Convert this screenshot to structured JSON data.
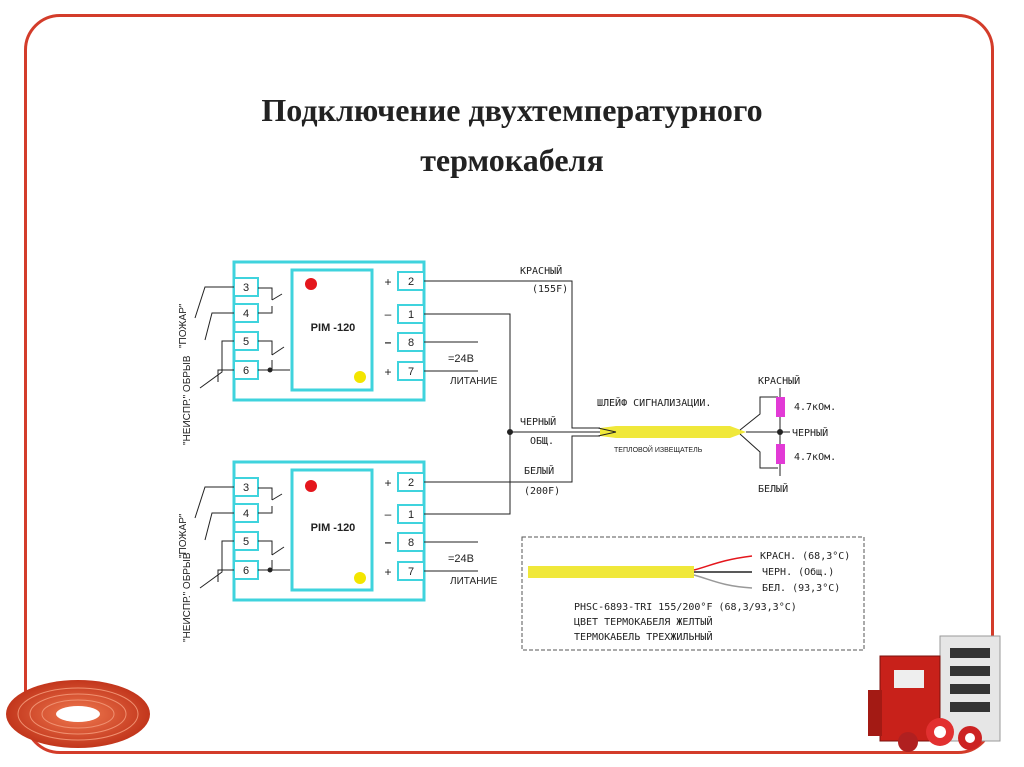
{
  "slide": {
    "title_line1": "Подключение двухтемпературного",
    "title_line2": "термокабеля"
  },
  "colors": {
    "frame": "#d33c2a",
    "module_border": "#3fd3dd",
    "led_red": "#e4161c",
    "led_yellow": "#f3e500",
    "cable": "#f0e83a",
    "resistor": "#e23ad6"
  },
  "module_top": {
    "label": "PIM -120",
    "terminals_left": [
      "3",
      "4",
      "5",
      "6"
    ],
    "terminals_right": [
      "2",
      "1",
      "8",
      "7"
    ],
    "signs": [
      "+",
      "–",
      "–",
      "+"
    ],
    "supply": "=24В",
    "supply_label": "ЛИТАНИЕ",
    "label_fire": "\"ПОЖАР\"",
    "label_fault": "\"НЕИСПР.\" ОБРЫВ"
  },
  "module_bottom": {
    "label": "PIM -120",
    "terminals_left": [
      "3",
      "4",
      "5",
      "6"
    ],
    "terminals_right": [
      "2",
      "1",
      "8",
      "7"
    ],
    "signs": [
      "+",
      "–",
      "–",
      "+"
    ],
    "supply": "=24В",
    "supply_label": "ЛИТАНИЕ",
    "label_fire": "\"ПОЖАР\"",
    "label_fault": "\"НЕИСПР.\" ОБРЫВ"
  },
  "wires": {
    "red_label": "КРАСНЫЙ",
    "red_temp": "(155F)",
    "black_label": "ЧЕРНЫЙ",
    "common": "ОБЩ.",
    "white_label": "БЕЛЫЙ",
    "white_temp": "(200F)"
  },
  "loop": {
    "title": "ШЛЕЙФ СИГНАЛИЗАЦИИ.",
    "subtitle": "ТЕПЛОВОЙ ИЗВЕЩАТЕЛЬ",
    "end_red": "КРАСНЫЙ",
    "end_black": "ЧЕРНЫЙ",
    "end_white": "БЕЛЫЙ",
    "resistor1": "4.7кОм.",
    "resistor2": "4.7кОм."
  },
  "legend": {
    "wire1": "КРАСН. (68,3°C)",
    "wire2": "ЧЕРН. (Общ.)",
    "wire3": "БЕЛ. (93,3°C)",
    "line1": "PHSC-6893-TRI 155/200°F (68,3/93,3°C)",
    "line2": "ЦВЕТ ТЕРМОКАБЕЛЯ ЖЕЛТЫЙ",
    "line3": "ТЕРМОКАБЕЛЬ ТРЕХЖИЛЬНЫЙ"
  }
}
